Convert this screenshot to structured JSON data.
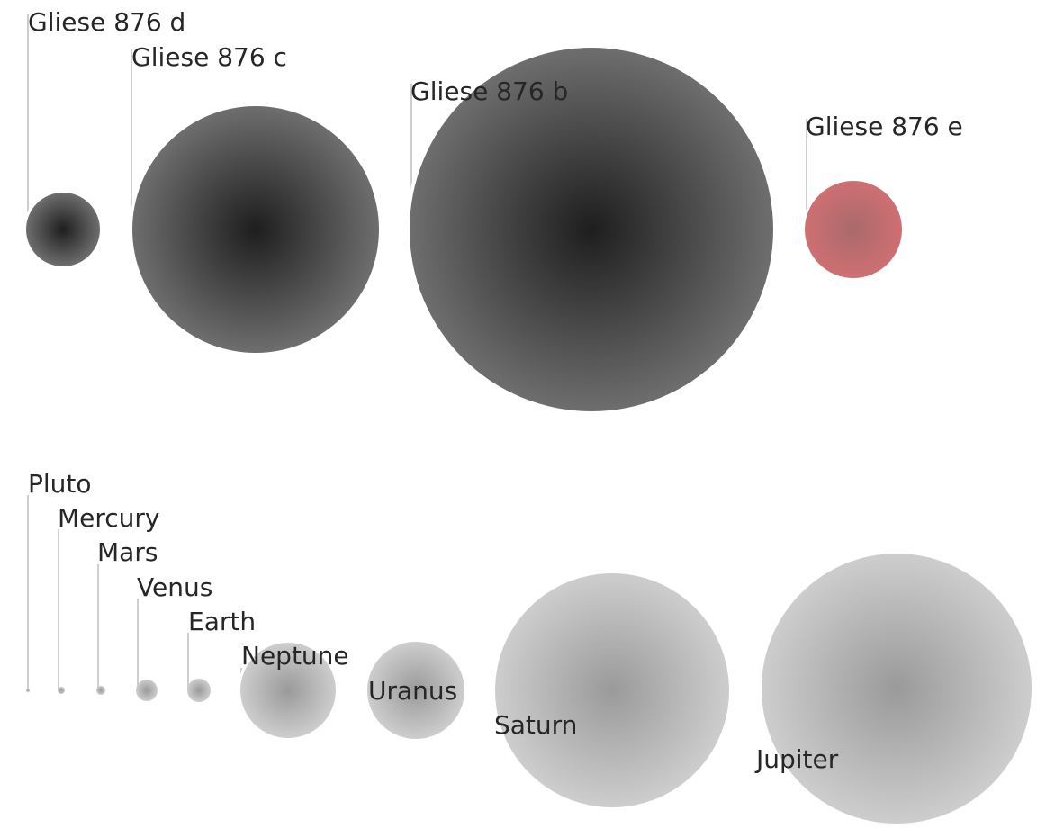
{
  "gliese_system": {
    "planets": [
      {
        "id": "gliese-876-d",
        "name": "Gliese 876 d",
        "tint": "dark"
      },
      {
        "id": "gliese-876-c",
        "name": "Gliese 876 c",
        "tint": "dark"
      },
      {
        "id": "gliese-876-b",
        "name": "Gliese 876 b",
        "tint": "dark"
      },
      {
        "id": "gliese-876-e",
        "name": "Gliese 876 e",
        "tint": "red"
      }
    ]
  },
  "solar_system": {
    "planets": [
      {
        "id": "pluto",
        "name": "Pluto",
        "tint": "light"
      },
      {
        "id": "mercury",
        "name": "Mercury",
        "tint": "light"
      },
      {
        "id": "mars",
        "name": "Mars",
        "tint": "light"
      },
      {
        "id": "venus",
        "name": "Venus",
        "tint": "light"
      },
      {
        "id": "earth",
        "name": "Earth",
        "tint": "light"
      },
      {
        "id": "neptune",
        "name": "Neptune",
        "tint": "light"
      },
      {
        "id": "uranus",
        "name": "Uranus",
        "tint": "light"
      },
      {
        "id": "saturn",
        "name": "Saturn",
        "tint": "light"
      },
      {
        "id": "jupiter",
        "name": "Jupiter",
        "tint": "light"
      }
    ]
  },
  "colors": {
    "dark_center": "#1e1e1e",
    "dark_edge": "#6e6e6e",
    "red_center": "#a96a6a",
    "red_edge": "#cf6f73",
    "light_center": "#9a9a9a",
    "light_edge": "#cdcdcd",
    "leader_line": "#cfcfcf",
    "label_text": "#262626",
    "background": "#ffffff"
  }
}
